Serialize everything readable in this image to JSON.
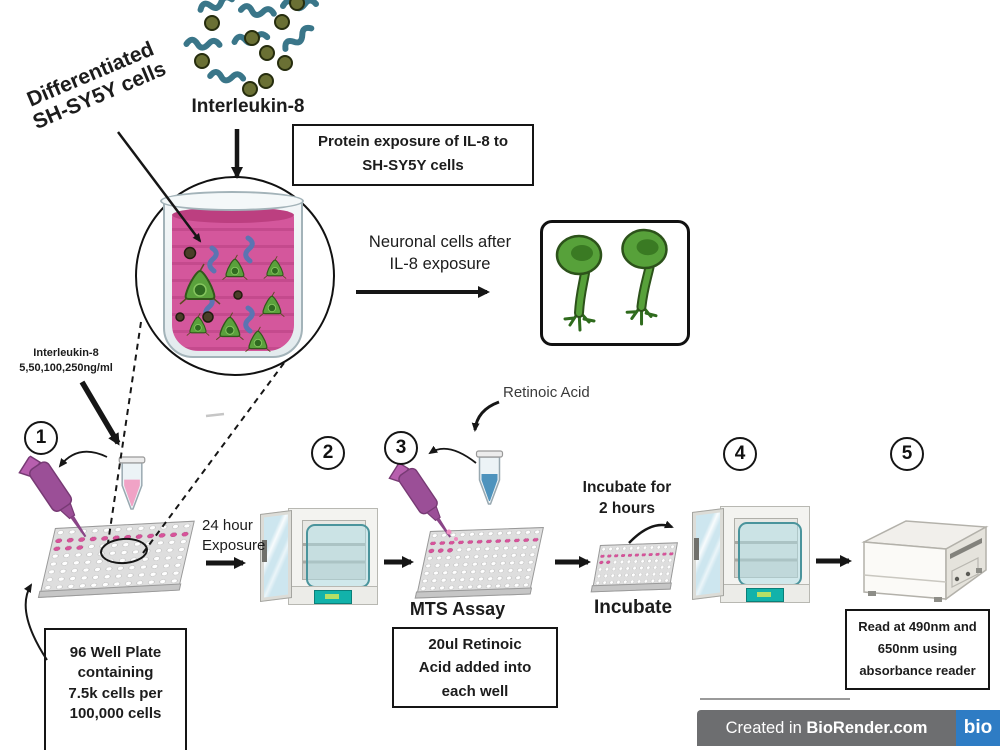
{
  "title": {
    "line1": "Differentiated",
    "line2": "SH-SY5Y cells"
  },
  "il8_label": "Interleukin-8",
  "protein_box": {
    "line1": "Protein exposure of IL-8 to",
    "line2": "SH-SY5Y cells"
  },
  "neuronal_label": {
    "line1": "Neuronal cells after",
    "line2": "IL-8 exposure"
  },
  "dose_label": {
    "line1": "Interleukin-8",
    "line2": "5,50,100,250ng/ml"
  },
  "exposure_label": {
    "line1": "24 hour",
    "line2": "Exposure"
  },
  "retinoic_label": "Retinoic Acid",
  "mts_label": "MTS Assay",
  "incubate_for_label": {
    "line1": "Incubate for",
    "line2": "2 hours"
  },
  "incubate_label": "Incubate",
  "wellplate_box": {
    "line1": "96 Well Plate",
    "line2": "containing",
    "line3": "7.5k cells per",
    "line4": "100,000 cells"
  },
  "retinoic_box": {
    "line1": "20ul Retinoic",
    "line2": "Acid added into",
    "line3": "each well"
  },
  "read_box": {
    "line1": "Read at 490nm and",
    "line2": "650nm using",
    "line3": "absorbance reader"
  },
  "steps": [
    "1",
    "2",
    "3",
    "4",
    "5"
  ],
  "footer": {
    "created_in": "Created in ",
    "brand": "BioRender.com",
    "logo": "bio"
  },
  "icons": {
    "il8_molecules": "teal-squiggle-proteins-and-olive-dots",
    "beaker": "culture-beaker-with-neuron-cells",
    "neurons": "green-neuron-cells",
    "pipette": "purple-micropipette",
    "tube_il8": "conical-tube-pink-liquid",
    "tube_retinoic": "conical-tube-blue-liquid",
    "well_plate": "96-well-plate",
    "incubator": "co2-incubator-open-door",
    "reader": "absorbance-plate-reader"
  },
  "colors": {
    "medium_pink": "#d4579c",
    "well_pink": "#d8529a",
    "cell_green": "#57a13a",
    "incubator_teal": "#12b2aa",
    "il8_teal": "#3a7689",
    "il8_olive": "#6a7034",
    "banner_gray": "#6d6e70",
    "brand_blue": "#2e7cc4"
  }
}
